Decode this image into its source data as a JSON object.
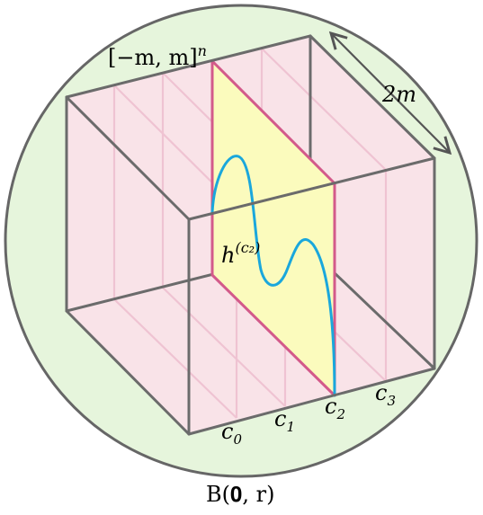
{
  "labels": {
    "cube": "[−m, m]",
    "cube_exponent": "n",
    "side": "2m",
    "slice": "h",
    "slice_superscript": "(c₂)",
    "ball": "B(𝟎, r)"
  },
  "slice_markers": [
    "c",
    "c",
    "c",
    "c"
  ],
  "slice_marker_subscripts": [
    "0",
    "1",
    "2",
    "3"
  ],
  "colors": {
    "ball_fill": "#e6f5dc",
    "ball_stroke": "#666666",
    "cube_fill": "#f9e3e8",
    "cube_edge": "#6b6b6b",
    "slice_lines": "#efc3d2",
    "active_slice_fill": "#fbfbbd",
    "active_slice_edge": "#d35a8a",
    "curve": "#1aa7dc",
    "arrow": "#555555"
  }
}
